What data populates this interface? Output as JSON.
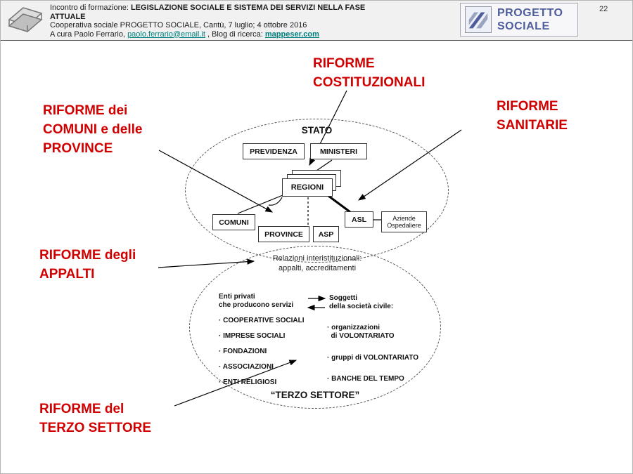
{
  "page_number": "22",
  "header": {
    "title_prefix": "Incontro di formazione: ",
    "title_bold": "LEGISLAZIONE SOCIALE E SISTEMA DEI SERVIZI NELLA FASE",
    "title_bold2": "ATTUALE",
    "subtitle": "Cooperativa sociale PROGETTO SOCIALE, Cantù, 7 luglio; 4 ottobre 2016",
    "credit_prefix": "A cura Paolo Ferrario, ",
    "credit_email": "paolo.ferrario@email.it",
    "credit_sep": " , Blog di ricerca: ",
    "credit_blog": "mappeser.com",
    "brand_text": "PROGETTO\nSOCIALE"
  },
  "colors": {
    "annotation_red": "#d10000",
    "link_teal": "#008080",
    "brand_blue": "#4e5d9c",
    "header_gray": "#f1f1f1"
  },
  "annotations": {
    "costituzionali": "RIFORME\nCOSTITUZIONALI",
    "comuni": "RIFORME dei\nCOMUNI e delle\nPROVINCE",
    "sanitarie": "RIFORME\nSANITARIE",
    "appalti": "RIFORME degli\nAPPALTI",
    "terzo_settore": "RIFORME del\nTERZO SETTORE"
  },
  "diagram": {
    "stato_title": "STATO",
    "boxes": {
      "previdenza": "PREVIDENZA",
      "ministeri": "MINISTERI",
      "regioni": "REGIONI",
      "comuni": "COMUNI",
      "province": "PROVINCE",
      "asp": "ASP",
      "asl": "ASL",
      "aziende_ospedaliere": "Aziende\nOspedaliere"
    },
    "relazioni": "Relazioni interistituzionali:\nappalti, accreditamenti",
    "terzo": {
      "enti_privati": "Enti privati\nche producono servizi",
      "soggetti": "Soggetti\ndella società civile:",
      "left_items": [
        "· COOPERATIVE SOCIALI",
        "· IMPRESE SOCIALI",
        "· FONDAZIONI",
        "· ASSOCIAZIONI",
        "· ENTI RELIGIOSI"
      ],
      "right_items": [
        "· organizzazioni\n  di VOLONTARIATO",
        "· gruppi di VOLONTARIATO",
        "· BANCHE DEL TEMPO"
      ],
      "title": "“TERZO SETTORE”"
    }
  }
}
